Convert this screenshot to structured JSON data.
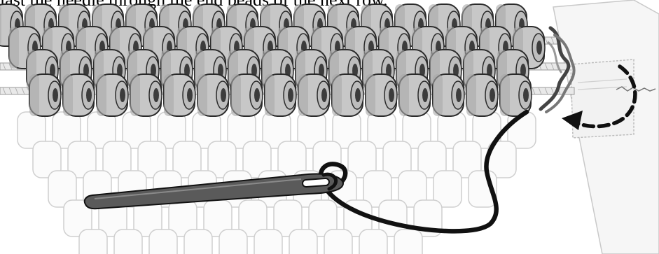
{
  "caption": {
    "text": "last the needle through the end beads of the next row."
  },
  "colors": {
    "bead_fill": "#c7c7c7",
    "bead_shade": "#a9a9a9",
    "bead_hole": "#3c3c3c",
    "outline": "#2b2b2b",
    "ghost_outline": "#cfcfcf",
    "thread": "#111111",
    "needle": "#5a5a5a",
    "warp": "#e9e9e9"
  },
  "icons": [
    "beads",
    "warp-threads",
    "thread",
    "needle",
    "dashed-arrow",
    "tape"
  ]
}
